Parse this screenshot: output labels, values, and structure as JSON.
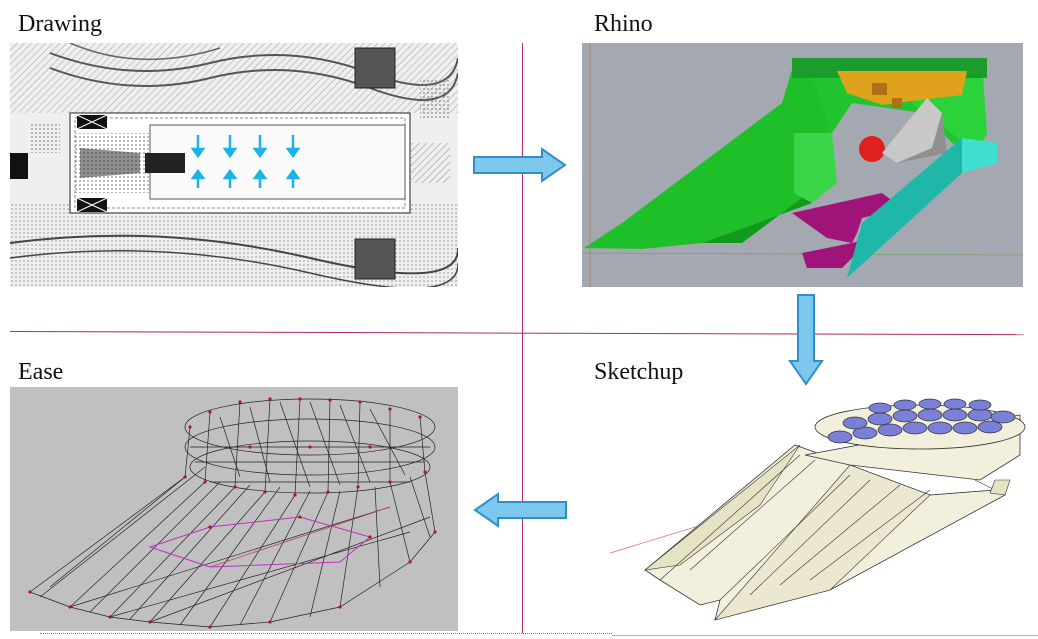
{
  "labels": {
    "drawing": "Drawing",
    "rhino": "Rhino",
    "ease": "Ease",
    "sketchup": "Sketchup"
  },
  "colors": {
    "divider": "#b0286a",
    "arrow_fill": "#7ec8ee",
    "arrow_stroke": "#2f8fca",
    "rhino_bg": "#a3a8b1",
    "ease_bg": "#c0c0c0",
    "green_shell": "#1fbf2a",
    "magenta_floor": "#a0147a",
    "teal_wall": "#1fb8a8",
    "sketch_roof": "#7a7fd8",
    "sketch_body": "#f2f0dc"
  },
  "icons": [
    "arrow-right-icon",
    "arrow-down-icon",
    "arrow-left-icon"
  ]
}
